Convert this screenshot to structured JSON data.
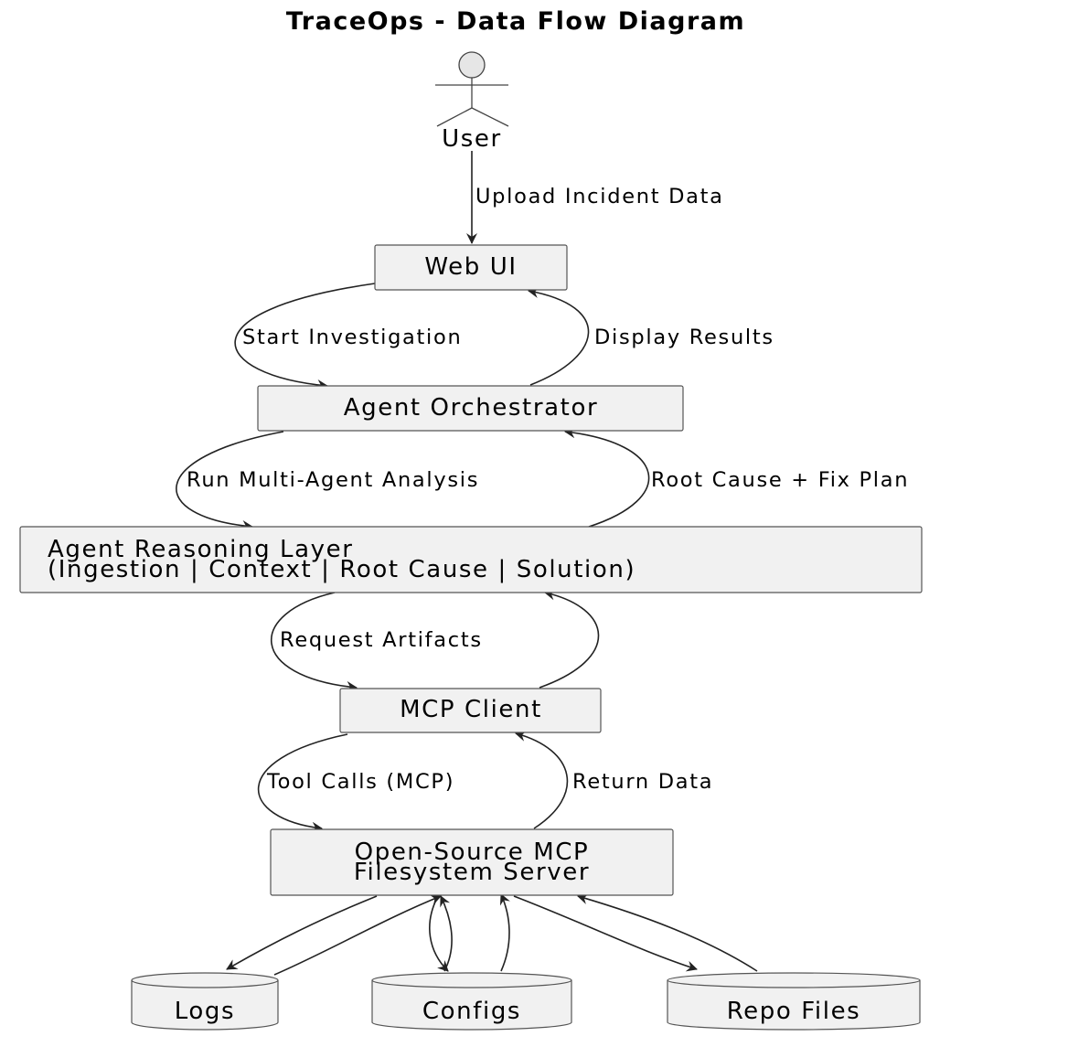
{
  "title": "TraceOps - Data Flow Diagram",
  "actor": {
    "label": "User"
  },
  "nodes": {
    "web_ui": "Web UI",
    "orchestrator": "Agent Orchestrator",
    "reasoning_line1": "Agent Reasoning Layer",
    "reasoning_line2": "(Ingestion | Context | Root Cause | Solution)",
    "mcp_client": "MCP Client",
    "mcp_server_line1": "Open-Source MCP",
    "mcp_server_line2": "Filesystem Server"
  },
  "datastores": {
    "logs": "Logs",
    "configs": "Configs",
    "repo_files": "Repo Files"
  },
  "edges": {
    "upload": "Upload Incident Data",
    "start_investigation": "Start Investigation",
    "display_results": "Display Results",
    "run_analysis": "Run Multi-Agent Analysis",
    "root_cause_fix": "Root Cause + Fix Plan",
    "request_artifacts": "Request Artifacts",
    "tool_calls": "Tool Calls (MCP)",
    "return_data": "Return Data"
  }
}
